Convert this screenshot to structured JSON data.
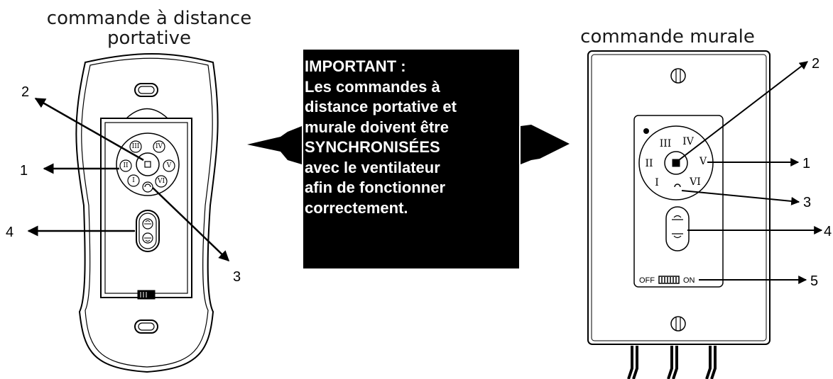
{
  "handheld": {
    "title_line1": "commande à distance",
    "title_line2": "portative",
    "speed_labels": [
      "III",
      "IV",
      "II",
      "V",
      "I",
      "VI"
    ],
    "callouts": {
      "c1": "1",
      "c2": "2",
      "c3": "3",
      "c4": "4"
    }
  },
  "wall": {
    "title": "commande murale",
    "speed_labels": [
      "III",
      "IV",
      "II",
      "V",
      "I",
      "VI"
    ],
    "switch_off": "OFF",
    "switch_on": "ON",
    "callouts": {
      "c1": "1",
      "c2": "2",
      "c3": "3",
      "c4": "4",
      "c5": "5"
    }
  },
  "notice": {
    "lines": [
      "IMPORTANT :",
      "Les commandes à",
      "distance portative et",
      "murale doivent être",
      "SYNCHRONISÉES",
      "avec le ventilateur",
      "afin de fonctionner",
      "correctement."
    ]
  }
}
